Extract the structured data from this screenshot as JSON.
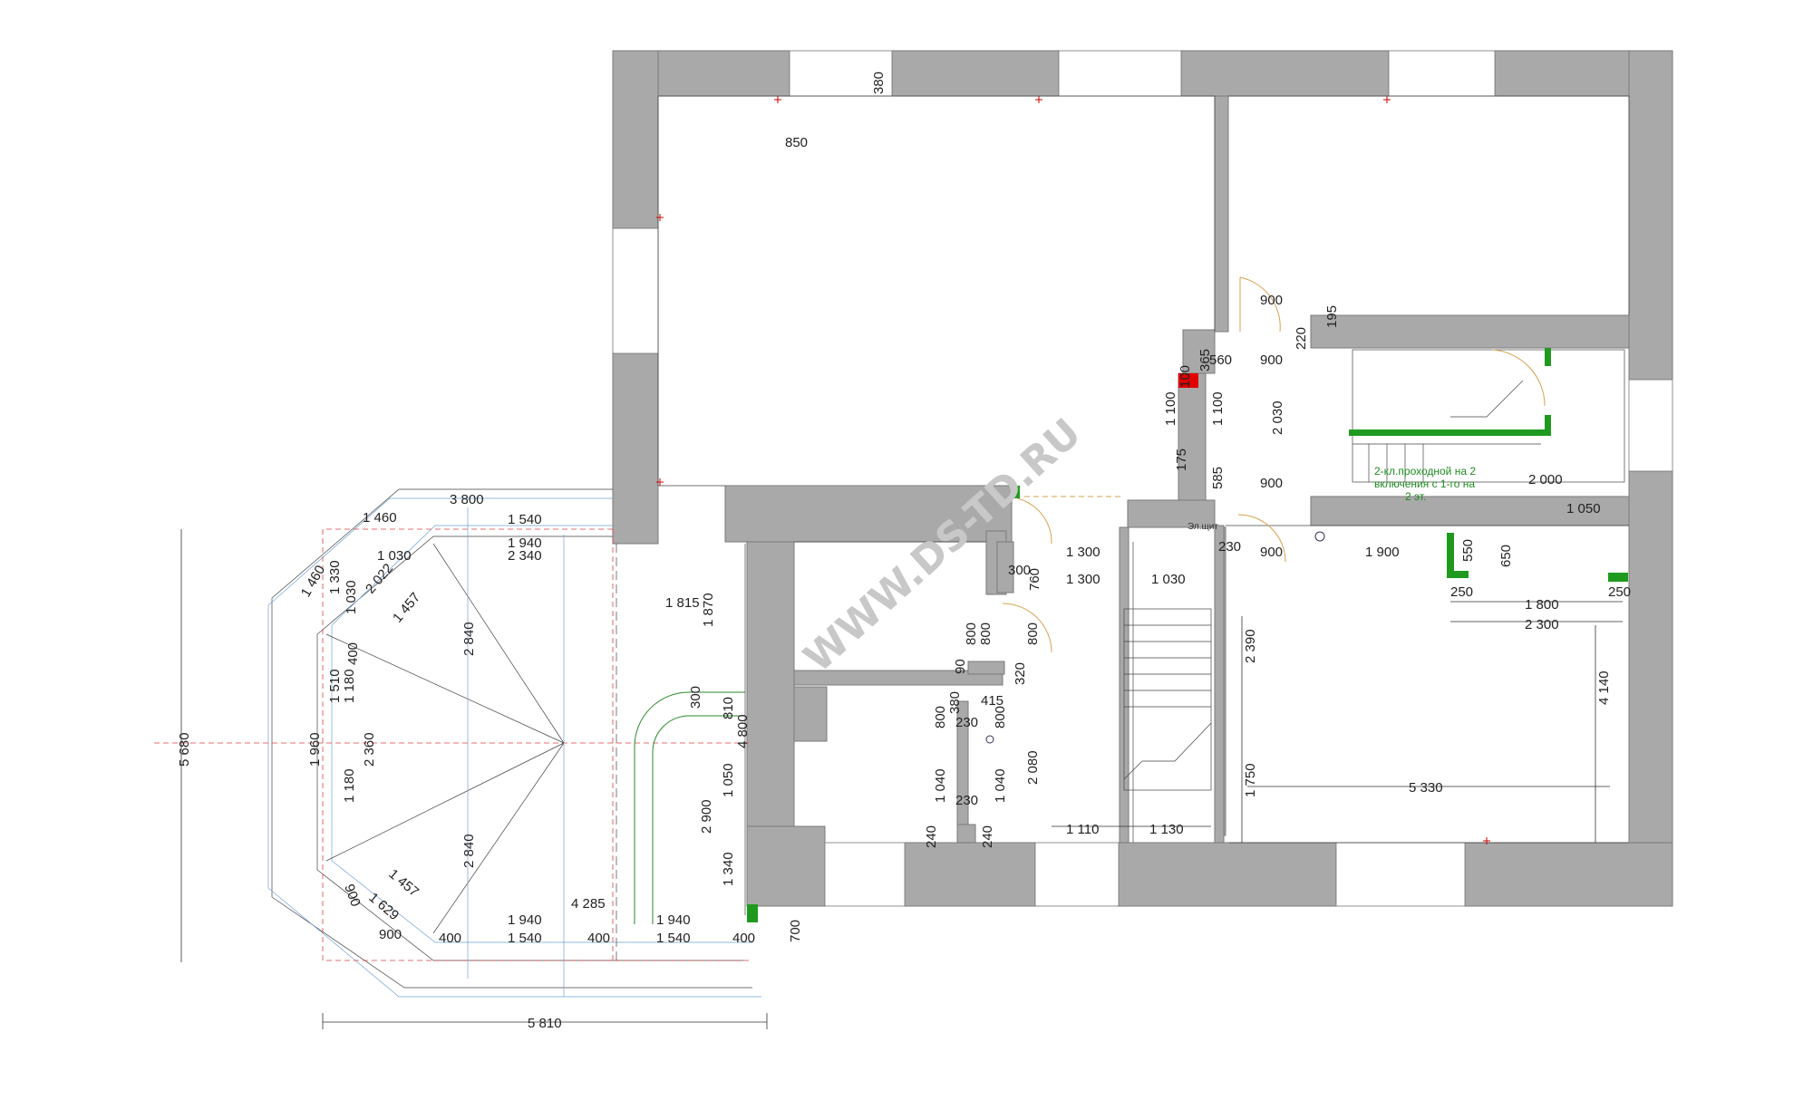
{
  "watermark": "WWW.DS-TD.RU",
  "panel_label": "Эл.щит",
  "note_lines": [
    "2-кл.проходной на 2",
    "включения с 1-го на",
    "2 эт."
  ],
  "dims": {
    "d850": "850",
    "d380": "380",
    "d900a": "900",
    "d195": "195",
    "d220": "220",
    "d365": "365",
    "d560": "560",
    "d900b": "900",
    "d100": "100",
    "d1100a": "1 100",
    "d1100b": "1 100",
    "d2030": "2 030",
    "d175": "175",
    "d585": "585",
    "d900c": "900",
    "d2000": "2 000",
    "d1050a": "1 050",
    "d3800": "3 800",
    "d1460a": "1 460",
    "d1540a": "1 540",
    "d1940a": "1 940",
    "d1030a": "1 030",
    "d2340": "2 340",
    "d1460b": "1 460",
    "d1330": "1 330",
    "d1030b": "1 030",
    "d2022": "2 022",
    "d1457a": "1 457",
    "d1300a": "1 300",
    "d1300b": "1 300",
    "d1030c": "1 030",
    "d230a": "230",
    "d900d": "900",
    "d1900": "1 900",
    "d550": "550",
    "d650": "650",
    "d300a": "300",
    "d760": "760",
    "d250a": "250",
    "d250b": "250",
    "d1800": "1 800",
    "d2300": "2 300",
    "d1815": "1 815",
    "d1870": "1 870",
    "d2840a": "2 840",
    "d400a": "400",
    "d800a": "800",
    "d800b": "800",
    "d800c": "800",
    "d2390": "2 390",
    "d90": "90",
    "d320": "320",
    "d4140": "4 140",
    "d1510": "1 510",
    "d1180a": "1 180",
    "d300b": "300",
    "d810": "810",
    "d380b": "380",
    "d415": "415",
    "d800d": "800",
    "d230b": "230",
    "d800e": "800",
    "d5680": "5 680",
    "d1960": "1 960",
    "d2360": "2 360",
    "d4800": "4 800",
    "d2080": "2 080",
    "d1040a": "1 040",
    "d1040b": "1 040",
    "d1050b": "1 050",
    "d1180b": "1 180",
    "d2900": "2 900",
    "d1750": "1 750",
    "d5330": "5 330",
    "d230c": "230",
    "d240a": "240",
    "d240b": "240",
    "d1110": "1 110",
    "d1130": "1 130",
    "d2840b": "2 840",
    "d1340": "1 340",
    "d1457b": "1 457",
    "d900e": "900",
    "d1629": "1 629",
    "d4285": "4 285",
    "d1940b": "1 940",
    "d1940c": "1 940",
    "d900f": "900",
    "d400b": "400",
    "d1540b": "1 540",
    "d400c": "400",
    "d1540c": "1 540",
    "d400d": "400",
    "d700": "700",
    "d5810": "5 810"
  },
  "colors": {
    "wall": "#a9a9a9",
    "green": "#1f9a1f",
    "red": "#e00000",
    "door": "#d9a050"
  }
}
